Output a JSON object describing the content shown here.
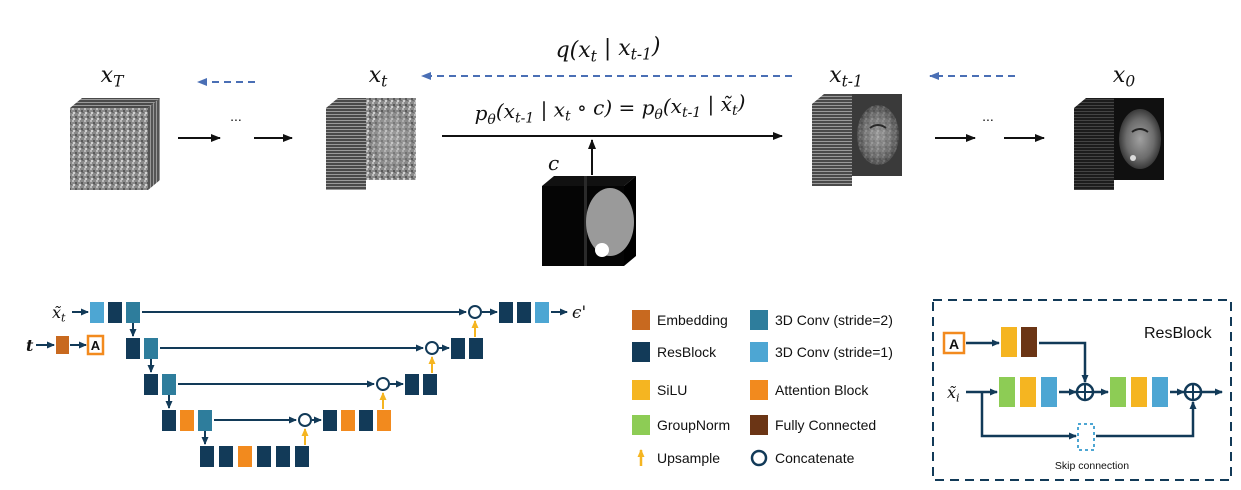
{
  "process": {
    "forward_label": "q(x_t | x_{t-1})",
    "reverse_label": "p_θ(x_{t-1} | x_t ∘ c) = p_θ(x_{t-1} | x̃_t)",
    "condition_label": "c",
    "states": [
      {
        "label": "x_T"
      },
      {
        "label": "x_t"
      },
      {
        "label": "x_{t-1}"
      },
      {
        "label": "x_0"
      }
    ],
    "ellipsis": "..."
  },
  "unet": {
    "input_label": "x̃_t",
    "time_label": "t",
    "attention_glyph": "A",
    "output_label": "ϵ'"
  },
  "legend": {
    "items": [
      {
        "key": "embedding",
        "label": "Embedding",
        "color": "#c8691f"
      },
      {
        "key": "conv-stride2",
        "label": "3D Conv (stride=2)",
        "color": "#2e7d9c"
      },
      {
        "key": "resblock",
        "label": "ResBlock",
        "color": "#123a58"
      },
      {
        "key": "conv-stride1",
        "label": "3D Conv (stride=1)",
        "color": "#4da6d3"
      },
      {
        "key": "silu",
        "label": "SiLU",
        "color": "#f5b521"
      },
      {
        "key": "attention",
        "label": "Attention Block",
        "color": "#f28a1e"
      },
      {
        "key": "groupnorm",
        "label": "GroupNorm",
        "color": "#8dcc55"
      },
      {
        "key": "fc",
        "label": "Fully Connected",
        "color": "#6b3515"
      },
      {
        "key": "upsample",
        "label": "Upsample",
        "color": "#f5b521"
      },
      {
        "key": "concatenate",
        "label": "Concatenate",
        "color": "#123a58"
      }
    ]
  },
  "resblock": {
    "title": "ResBlock",
    "attention_glyph": "A",
    "input_label": "x̃_i",
    "skip_label": "Skip connection"
  },
  "colors": {
    "arrow_dark": "#111111",
    "arrow_dashed": "#4a6fb5",
    "box_line": "#123a58",
    "upsample": "#f5b521"
  }
}
